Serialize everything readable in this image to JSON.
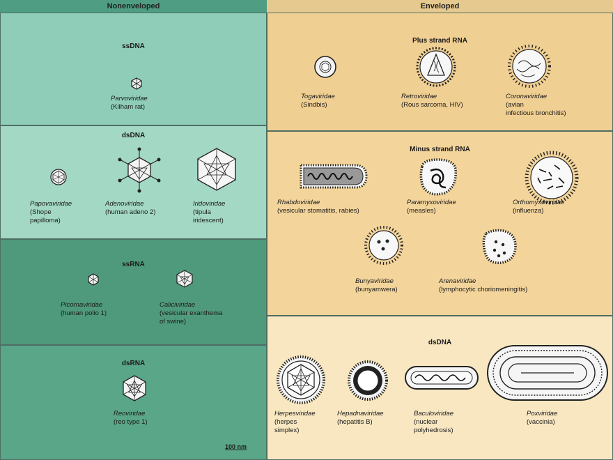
{
  "headers": {
    "nonenveloped": "Nonenveloped",
    "enveloped": "Enveloped"
  },
  "nonenveloped": {
    "ssdna": {
      "title": "ssDNA",
      "items": [
        {
          "family": "Parvoviridae",
          "example": [
            "(Kilham rat)"
          ]
        }
      ]
    },
    "dsdna": {
      "title": "dsDNA",
      "items": [
        {
          "family": "Papovaviridae",
          "example": [
            "(Shope",
            "papilloma)"
          ]
        },
        {
          "family": "Adenoviridae",
          "example": [
            "(human adeno 2)"
          ]
        },
        {
          "family": "Iridoviridae",
          "example": [
            "(tipula",
            "iridescent)"
          ]
        }
      ]
    },
    "ssrna": {
      "title": "ssRNA",
      "items": [
        {
          "family": "Picornaviridae",
          "example": [
            "(human polio 1)"
          ]
        },
        {
          "family": "Caliciviridae",
          "example": [
            "(vesicular exanthema",
            "of swine)"
          ]
        }
      ]
    },
    "dsrna": {
      "title": "dsRNA",
      "items": [
        {
          "family": "Reoviridae",
          "example": [
            "(reo type 1)"
          ]
        }
      ],
      "scale_bar": "100 nm"
    }
  },
  "enveloped": {
    "plus_rna": {
      "title": "Plus strand RNA",
      "items": [
        {
          "family": "Togaviridae",
          "example": [
            "(Sindbis)"
          ]
        },
        {
          "family": "Retroviridae",
          "example": [
            "(Rous sarcoma, HIV)"
          ]
        },
        {
          "family": "Coronaviridae",
          "example": [
            "(avian",
            "infectious bronchitis)"
          ]
        }
      ]
    },
    "minus_rna": {
      "title": "Minus strand RNA",
      "items": [
        {
          "family": "Rhabdoviridae",
          "example": [
            "(vesicular stomatitis, rabies)"
          ]
        },
        {
          "family": "Paramyxoviridae",
          "example": [
            "(measles)"
          ]
        },
        {
          "family": "Orthomyxoviridae",
          "example": [
            "(influenza)"
          ]
        },
        {
          "family": "Bunyaviridae",
          "example": [
            "(bunyamwera)"
          ]
        },
        {
          "family": "Arenaviridae",
          "example": [
            "(lymphocytic choriomeningitis)"
          ]
        }
      ]
    },
    "dsdna": {
      "title": "dsDNA",
      "items": [
        {
          "family": "Herpesviridae",
          "example": [
            "(herpes",
            "simplex)"
          ]
        },
        {
          "family": "Hepadnaviridae",
          "example": [
            "(hepatitis B)"
          ]
        },
        {
          "family": "Baculoviridae",
          "example": [
            "(nuclear",
            "polyhedrosis)"
          ]
        },
        {
          "family": "Poxviridae",
          "example": [
            "(vaccinia)"
          ]
        }
      ]
    }
  },
  "colors": {
    "header_left": "#4f9e84",
    "header_right": "#e6c98f",
    "ssdna_bg": "#8fcdb8",
    "dsdna_left_bg": "#a3d8c4",
    "ssrna_bg": "#4f9a7d",
    "dsrna_bg": "#5aa689",
    "plus_rna_bg": "#f0cf92",
    "minus_rna_bg": "#f3d49b",
    "dsdna_right_bg": "#f8e7c1"
  }
}
